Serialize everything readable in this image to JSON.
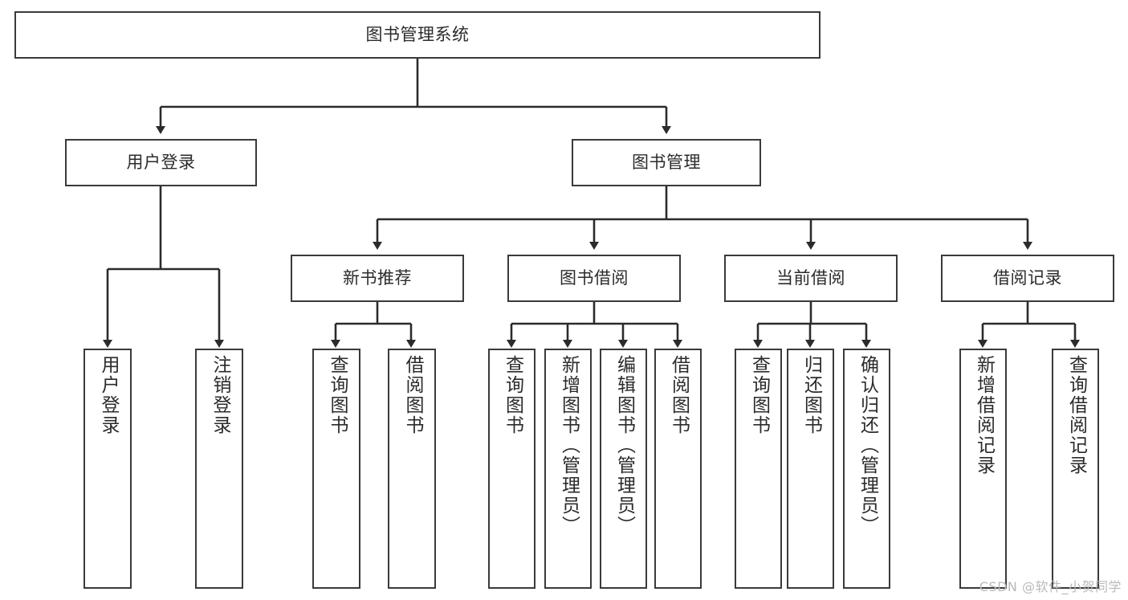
{
  "diagram": {
    "type": "hierarchy-tree",
    "title": "图书管理系统",
    "watermark": "CSDN @软件_小贺同学",
    "colors": {
      "box_border": "#3a3a3a",
      "box_fill": "#ffffff",
      "connector": "#2b2b2b",
      "text": "#2b2b2b",
      "watermark": "#b9b9b9",
      "background": "#ffffff"
    },
    "nodes": {
      "root": {
        "label": "图书管理系统",
        "level": 0,
        "orientation": "horizontal"
      },
      "l1": [
        {
          "id": "user_login",
          "label": "用户登录",
          "orientation": "horizontal"
        },
        {
          "id": "book_manage",
          "label": "图书管理",
          "orientation": "horizontal"
        }
      ],
      "l2": [
        {
          "id": "new_book_rec",
          "label": "新书推荐",
          "orientation": "horizontal",
          "parent": "book_manage"
        },
        {
          "id": "book_borrow",
          "label": "图书借阅",
          "orientation": "horizontal",
          "parent": "book_manage"
        },
        {
          "id": "current_borrow",
          "label": "当前借阅",
          "orientation": "horizontal",
          "parent": "book_manage"
        },
        {
          "id": "borrow_record",
          "label": "借阅记录",
          "orientation": "horizontal",
          "parent": "book_manage"
        }
      ],
      "leaves": [
        {
          "id": "leaf_user_login",
          "label": "用户登录",
          "parent": "user_login",
          "orientation": "vertical"
        },
        {
          "id": "leaf_user_logout",
          "label": "注销登录",
          "parent": "user_login",
          "orientation": "vertical"
        },
        {
          "id": "leaf_query_book_1",
          "label": "查询图书",
          "parent": "new_book_rec",
          "orientation": "vertical"
        },
        {
          "id": "leaf_borrow_book_1",
          "label": "借阅图书",
          "parent": "new_book_rec",
          "orientation": "vertical"
        },
        {
          "id": "leaf_query_book_2",
          "label": "查询图书",
          "parent": "book_borrow",
          "orientation": "vertical"
        },
        {
          "id": "leaf_add_book",
          "label": "新增图书（管理员）",
          "parent": "book_borrow",
          "orientation": "vertical"
        },
        {
          "id": "leaf_edit_book",
          "label": "编辑图书（管理员）",
          "parent": "book_borrow",
          "orientation": "vertical"
        },
        {
          "id": "leaf_borrow_book_2",
          "label": "借阅图书",
          "parent": "book_borrow",
          "orientation": "vertical"
        },
        {
          "id": "leaf_query_book_3",
          "label": "查询图书",
          "parent": "current_borrow",
          "orientation": "vertical"
        },
        {
          "id": "leaf_return_book",
          "label": "归还图书",
          "parent": "current_borrow",
          "orientation": "vertical"
        },
        {
          "id": "leaf_confirm_return",
          "label": "确认归还（管理员）",
          "parent": "current_borrow",
          "orientation": "vertical"
        },
        {
          "id": "leaf_add_record",
          "label": "新增借阅记录",
          "parent": "borrow_record",
          "orientation": "vertical"
        },
        {
          "id": "leaf_query_record",
          "label": "查询借阅记录",
          "parent": "borrow_record",
          "orientation": "vertical"
        }
      ]
    }
  }
}
